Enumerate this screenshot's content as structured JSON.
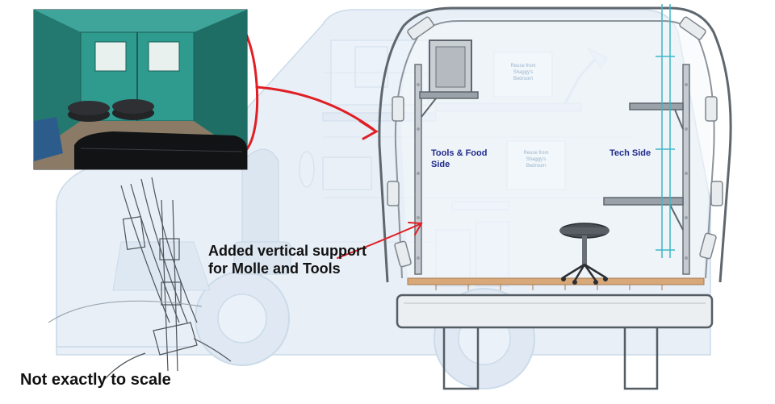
{
  "labels": {
    "tools_food_side_line1": "Tools & Food",
    "tools_food_side_line2": "Side",
    "tech_side": "Tech Side",
    "annotation_line1": "Added vertical support",
    "annotation_line2": "for Molle and Tools",
    "footer_note": "Not exactly to scale"
  },
  "ghost_labels": {
    "reuse_1_line1": "Reuse from",
    "reuse_1_line2": "Shaggy's",
    "reuse_1_line3": "Bedroom",
    "reuse_2_line1": "Reuse from",
    "reuse_2_line2": "Shaggy's",
    "reuse_2_line3": "Bedroom"
  },
  "colors": {
    "van_ghost": "#dfe9f4",
    "van_outline": "#b7cce0",
    "frame_gray": "#8c949c",
    "frame_fill": "#e8ecef",
    "shelf_gray": "#7d858c",
    "accent_red": "#e01f25",
    "label_blue": "#1f2a8c",
    "floor_wood": "#d8a878",
    "photo_teal": "#2a8f86",
    "teal_line": "#3fb7c7"
  },
  "icons": {
    "inset_photo": "van-interior-photo",
    "red_arrow": "red-arrow",
    "stool": "rolling-stool-icon",
    "support_sketch": "vertical-support-sketch"
  }
}
